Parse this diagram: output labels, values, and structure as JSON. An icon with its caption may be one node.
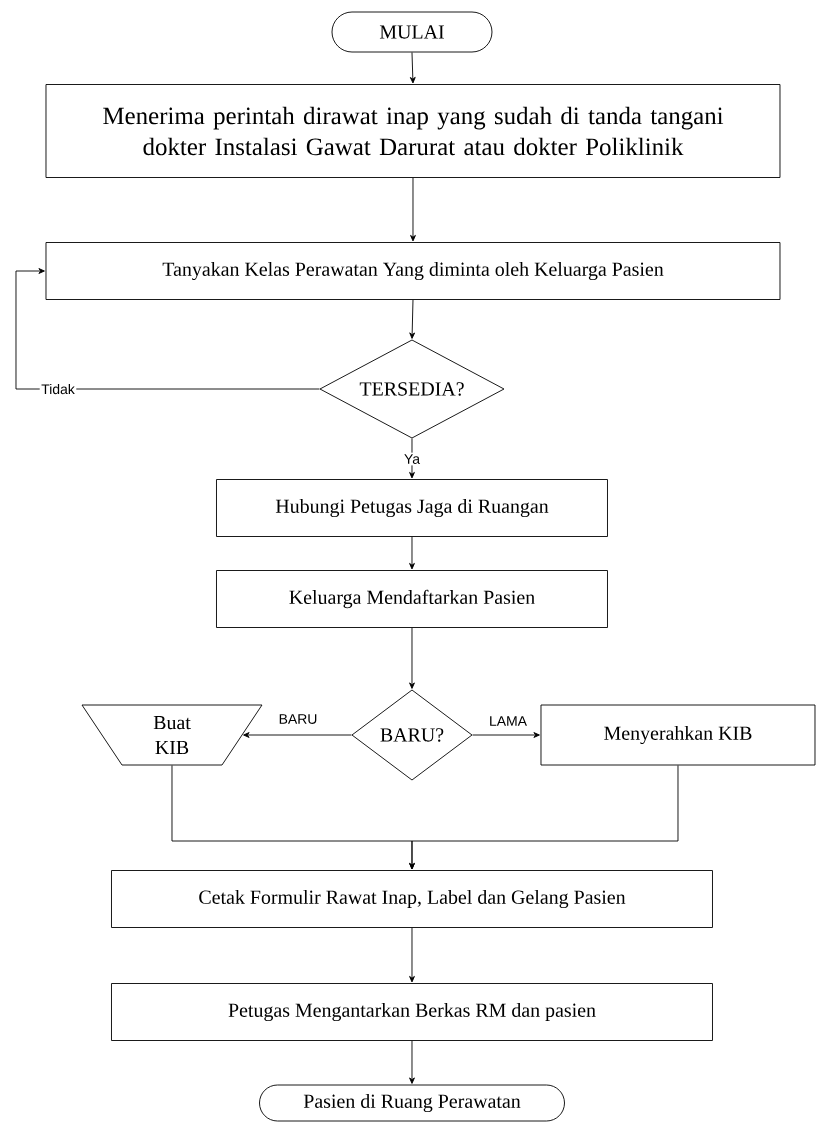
{
  "diagram": {
    "nodes": [
      {
        "text": [
          "MULAI"
        ]
      },
      {
        "text": [
          "Menerima perintah dirawat inap yang sudah di tanda tangani dokter Instalasi Gawat Darurat atau dokter Poliklinik"
        ]
      },
      {
        "text": [
          "Tanyakan Kelas Perawatan Yang diminta oleh Keluarga Pasien"
        ]
      },
      {
        "text": [
          "TERSEDIA?"
        ]
      },
      {
        "text": [
          "Hubungi Petugas Jaga di Ruangan"
        ]
      },
      {
        "text": [
          "Keluarga Mendaftarkan Pasien"
        ]
      },
      {
        "text": [
          "BARU?"
        ]
      },
      {
        "text": [
          "Buat KIB"
        ]
      },
      {
        "text": [
          "Menyerahkan KIB"
        ]
      },
      {
        "text": [
          "Cetak Formulir Rawat Inap, Label dan Gelang Pasien"
        ]
      },
      {
        "text": [
          "Petugas Mengantarkan Berkas RM dan pasien"
        ]
      },
      {
        "text": [
          "Pasien di Ruang Perawatan"
        ]
      }
    ],
    "edges": [
      {
        "from": 0,
        "to": 1,
        "arrow": "to"
      },
      {
        "from": 1,
        "to": 2,
        "arrow": "to"
      },
      {
        "from": 2,
        "to": 3,
        "arrow": "to"
      },
      {
        "from": 3,
        "to": 2,
        "arrow": "to",
        "label": "Tidak"
      },
      {
        "from": 3,
        "to": 4,
        "arrow": "to",
        "label": "Ya"
      },
      {
        "from": 4,
        "to": 5,
        "arrow": "to"
      },
      {
        "from": 5,
        "to": 6,
        "arrow": "to"
      },
      {
        "from": 6,
        "to": 7,
        "arrow": "to",
        "label": "BARU"
      },
      {
        "from": 6,
        "to": 8,
        "arrow": "to",
        "label": "LAMA"
      },
      {
        "from": 7,
        "to": 9,
        "arrow": "to"
      },
      {
        "from": 8,
        "to": 9,
        "arrow": "to"
      },
      {
        "from": 9,
        "to": 10,
        "arrow": "to"
      },
      {
        "from": 10,
        "to": 11,
        "arrow": "to"
      }
    ]
  }
}
